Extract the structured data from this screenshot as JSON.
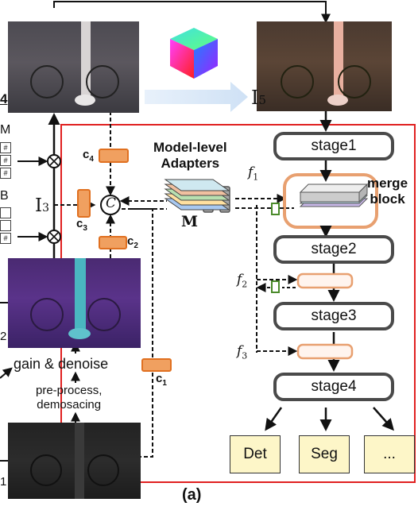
{
  "labels": {
    "img_i4": "4",
    "img_i5": "I",
    "img_i5_sub": "5",
    "img_i2": "2",
    "img_i1": "1",
    "i3": "I",
    "i3_sub": "3",
    "mat_m": "M",
    "mat_b": "B",
    "cell_mark": "#",
    "concat": "C",
    "c1": "c",
    "c1_sub": "1",
    "c2": "c",
    "c2_sub": "2",
    "c3": "c",
    "c3_sub": "3",
    "c4": "c",
    "c4_sub": "4",
    "adapters_line1": "Model-level",
    "adapters_line2": "Adapters",
    "adapters_m": "M",
    "f1": "f",
    "f1_sub": "1",
    "f2": "f",
    "f2_sub": "2",
    "f3": "f",
    "f3_sub": "3",
    "merge_line1": "merge",
    "merge_line2": "block",
    "gain_denoise": "gain & denoise",
    "preprocess_line1": "pre-process,",
    "preprocess_line2": "demosacing",
    "caption": "(a)"
  },
  "stages": [
    "stage1",
    "stage2",
    "stage3",
    "stage4"
  ],
  "outputs": [
    "Det",
    "Seg",
    "..."
  ],
  "colors": {
    "frame_red": "#e02020",
    "adapter_orange": "#f0a060",
    "adapter_border": "#e07020",
    "stage_border": "#4a4a4a",
    "merge_border": "#e8a070",
    "note_fill": "#fdf6c8",
    "green_small": "#4a8a2a",
    "grey_block": "#a8a8a8"
  }
}
